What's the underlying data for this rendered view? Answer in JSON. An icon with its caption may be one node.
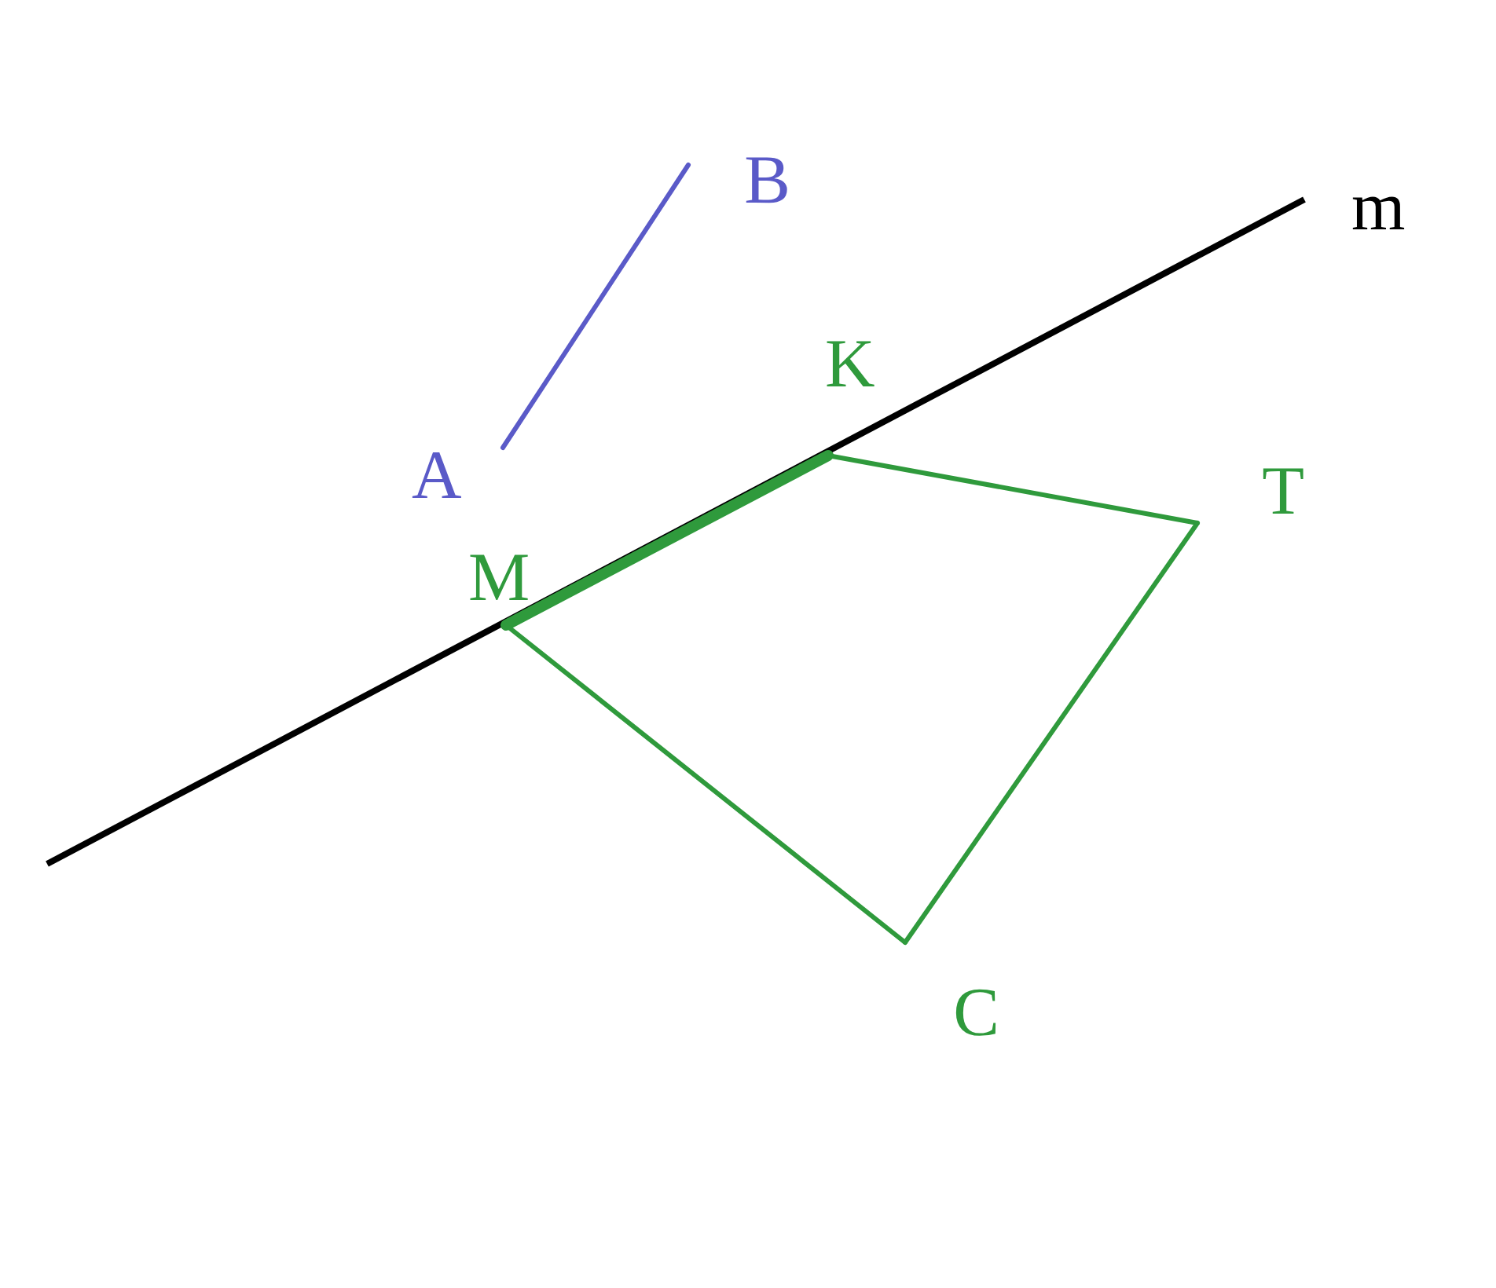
{
  "diagram": {
    "nodes": [
      {
        "text": [
          "B"
        ]
      },
      {
        "text": [
          "A"
        ]
      },
      {
        "text": [
          "K"
        ]
      },
      {
        "text": [
          "T"
        ]
      },
      {
        "text": [
          "M"
        ]
      },
      {
        "text": [
          "C"
        ]
      }
    ],
    "edges": [
      {
        "from": 1,
        "to": 0,
        "arrow": "none",
        "color": "#5a5ac8"
      },
      {
        "from": 4,
        "to": 2,
        "arrow": "none",
        "style": "thick"
      },
      {
        "from": 2,
        "to": 3,
        "arrow": "none"
      },
      {
        "from": 3,
        "to": 5,
        "arrow": "none"
      },
      {
        "from": 5,
        "to": 4,
        "arrow": "none"
      }
    ],
    "labels": [
      "m"
    ]
  }
}
